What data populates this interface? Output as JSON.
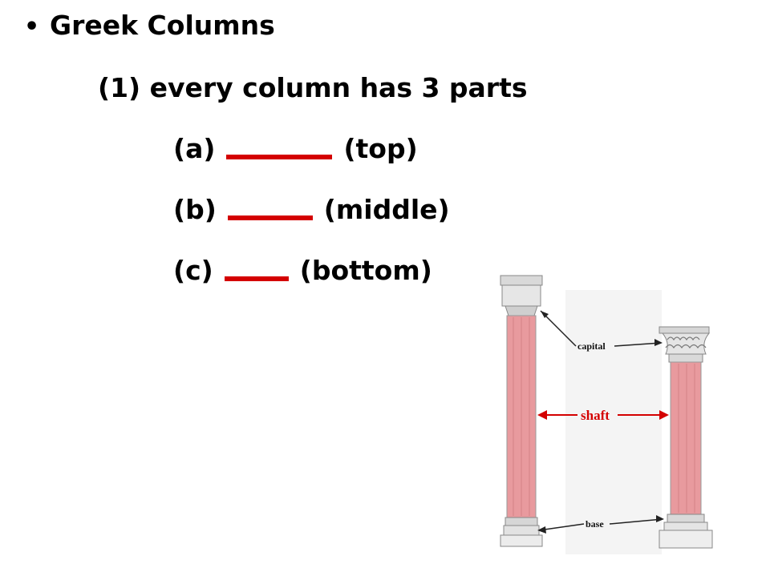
{
  "bullet": "•",
  "title": "Greek Columns",
  "point1": "(1) every column has 3 parts",
  "items": [
    {
      "label": "(a)",
      "hint": "(top)"
    },
    {
      "label": "(b)",
      "hint": "(middle)"
    },
    {
      "label": "(c)",
      "hint": "(bottom)"
    }
  ],
  "diagram": {
    "labels": {
      "capital": "capital",
      "shaft": "shaft",
      "base": "base"
    },
    "colors": {
      "shaft_fill": "#e89a9e",
      "label_red": "#d40000",
      "blank_red": "#d40000"
    }
  }
}
